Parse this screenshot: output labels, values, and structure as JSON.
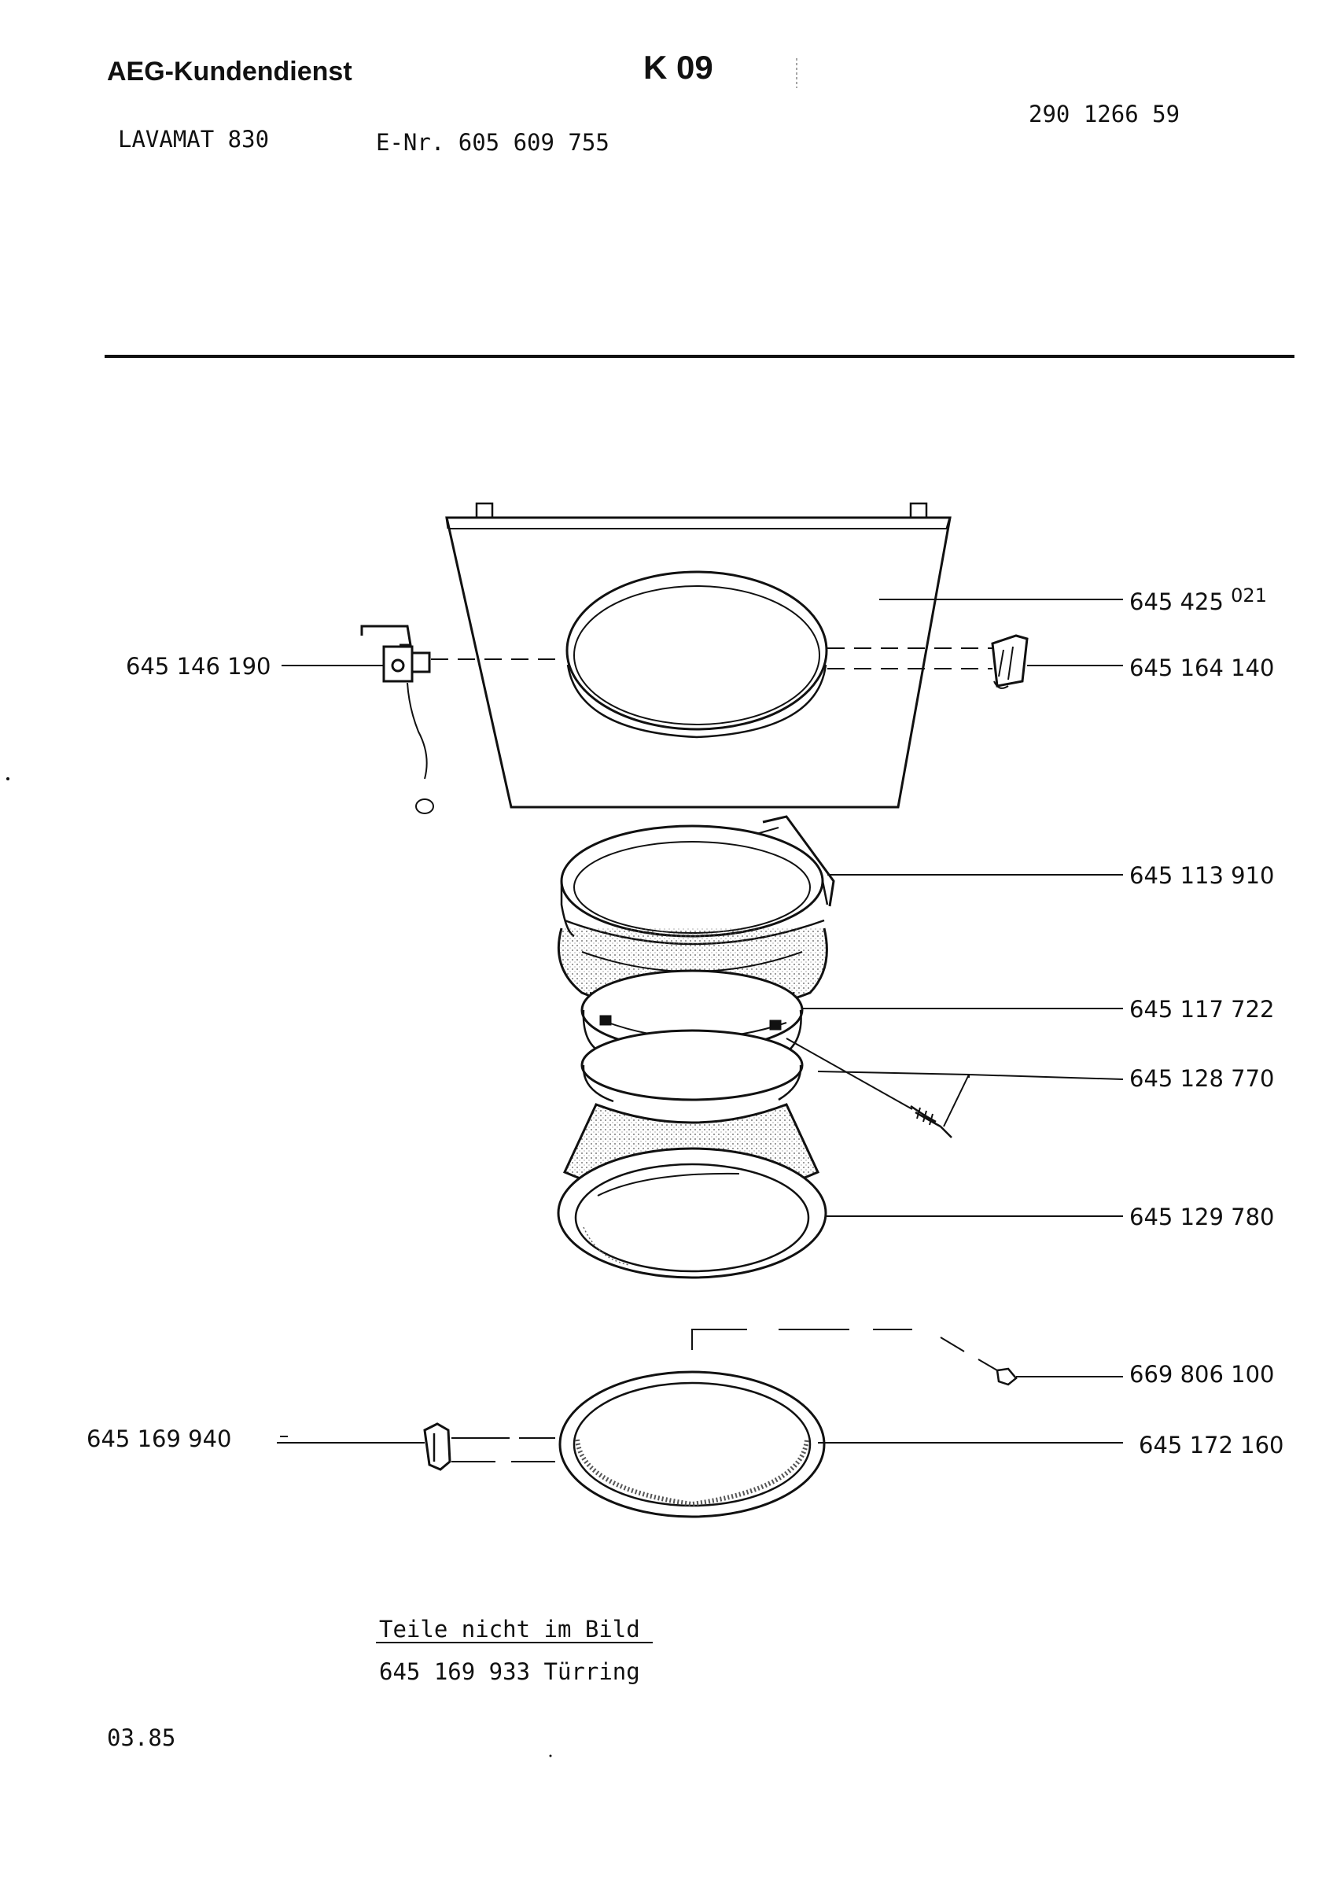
{
  "header": {
    "brand": "AEG-Kundendienst",
    "sheet": "K 09",
    "doc_number": "290 1266 59",
    "model": "LAVAMAT 830",
    "e_nr": "E-Nr. 605 609 755"
  },
  "parts": {
    "front_panel": {
      "number": "645 425",
      "suffix": "021"
    },
    "hinge_left": "645 146 190",
    "catch_right": "645 164 140",
    "door_seal": "645 113 910",
    "clamp_ring": "645 117 722",
    "spring_clamp": "645 128 770",
    "inner_door": "645 129 780",
    "screw": "669 806 100",
    "hinge_clip": "645 169 940",
    "outer_ring": "645 172 160"
  },
  "footer": {
    "not_shown_title": "Teile nicht im Bild",
    "not_shown_item": "645 169 933 Türring",
    "date": "03.85"
  }
}
